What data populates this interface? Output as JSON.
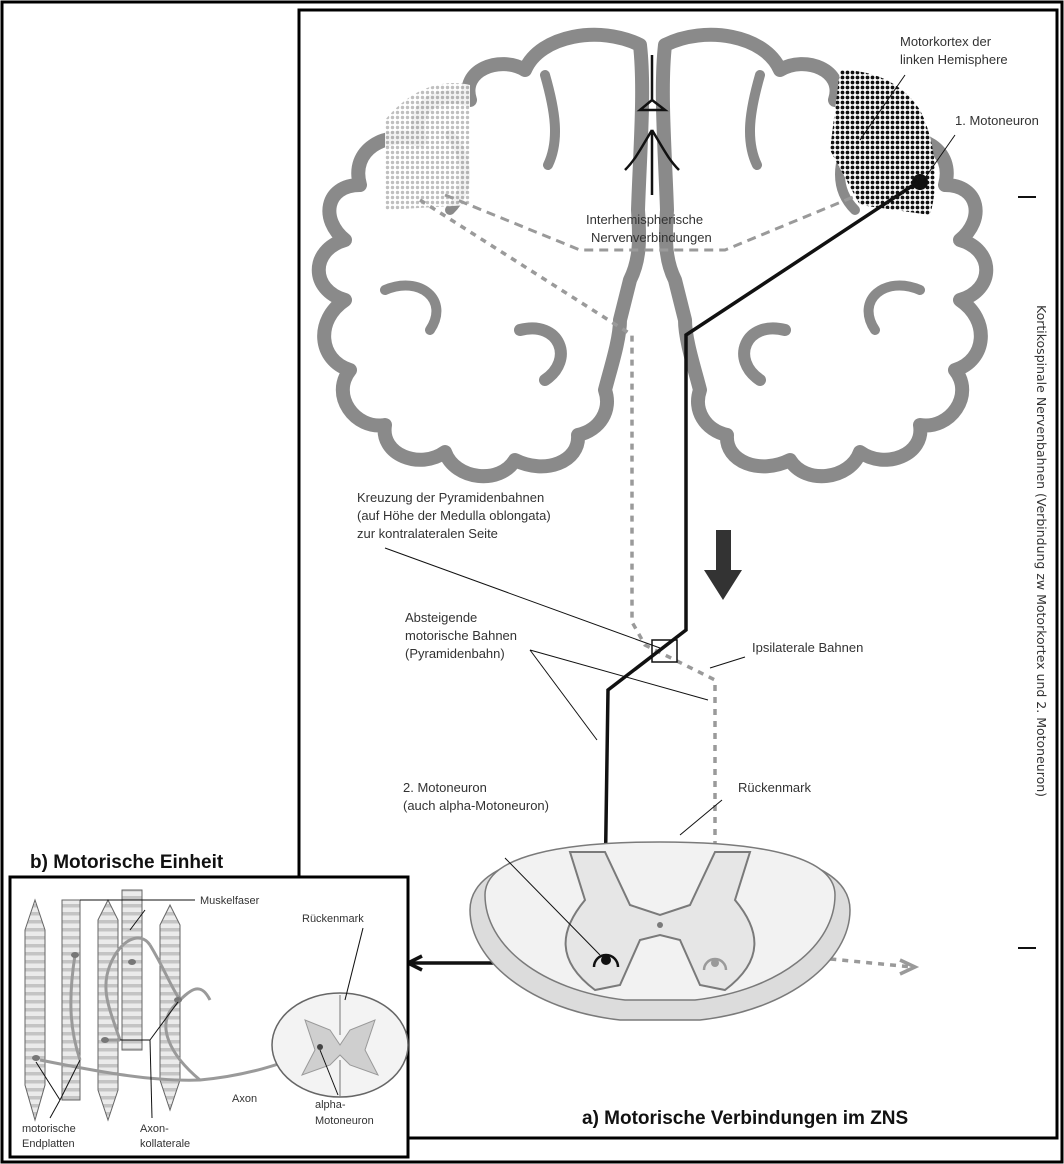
{
  "panel_a": {
    "title": "a) Motorische Verbindungen im ZNS",
    "labels": {
      "motor_cortex_line1": "Motorkortex der",
      "motor_cortex_line2": "linken Hemisphere",
      "first_motoneuron": "1. Motoneuron",
      "interhemispheric_line1": "Interhemispherische",
      "interhemispheric_line2": "Nervenverbindungen",
      "decussation_line1": "Kreuzung der Pyramidenbahnen",
      "decussation_line2": "(auf Höhe der Medulla oblongata)",
      "decussation_line3": "zur kontralateralen Seite",
      "descending_line1": "Absteigende",
      "descending_line2": "motorische Bahnen",
      "descending_line3": "(Pyramidenbahn)",
      "ipsilateral": "Ipsilaterale Bahnen",
      "second_motoneuron_line1": "2. Motoneuron",
      "second_motoneuron_line2": "(auch alpha-Motoneuron)",
      "spinal_cord": "Rückenmark"
    },
    "side_label": "Kortikospinale Nervenbahnen (Verbindung zw Motorkortex und 2. Motoneuron)"
  },
  "panel_b": {
    "title": "b) Motorische Einheit",
    "labels": {
      "muscle_fiber": "Muskelfaser",
      "spinal_cord": "Rückenmark",
      "alpha_line1": "alpha-",
      "alpha_line2": "Motoneuron",
      "axon": "Axon",
      "endplates_line1": "motorische",
      "endplates_line2": "Endplatten",
      "collateral_line1": "Axon-",
      "collateral_line2": "kollaterale"
    }
  },
  "colors": {
    "cortex_gray": "#8a8a8a",
    "dashed_gray": "#9a9a9a",
    "pathway_black": "#111111"
  }
}
